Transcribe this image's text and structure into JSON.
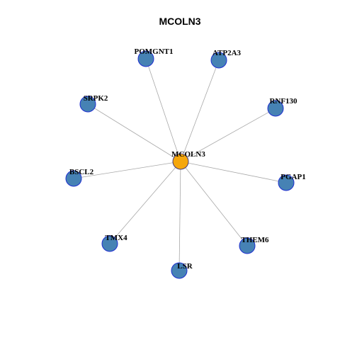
{
  "title": "MCOLN3",
  "colors": {
    "center_fill": "#f5a70d",
    "center_stroke": "#4a3d7a",
    "leaf_fill": "#4682b4",
    "leaf_stroke": "#1f2fd0",
    "edge": "#a8a8a8"
  },
  "network": {
    "center": "MCOLN3",
    "nodes": [
      "MCOLN3",
      "POMGNT1",
      "ATP2A3",
      "SRPK2",
      "RNF130",
      "BSCL2",
      "PGAP1",
      "TMX4",
      "THEM6",
      "LSR"
    ],
    "edges": [
      [
        "MCOLN3",
        "POMGNT1"
      ],
      [
        "MCOLN3",
        "ATP2A3"
      ],
      [
        "MCOLN3",
        "SRPK2"
      ],
      [
        "MCOLN3",
        "RNF130"
      ],
      [
        "MCOLN3",
        "BSCL2"
      ],
      [
        "MCOLN3",
        "PGAP1"
      ],
      [
        "MCOLN3",
        "TMX4"
      ],
      [
        "MCOLN3",
        "THEM6"
      ],
      [
        "MCOLN3",
        "LSR"
      ]
    ]
  }
}
